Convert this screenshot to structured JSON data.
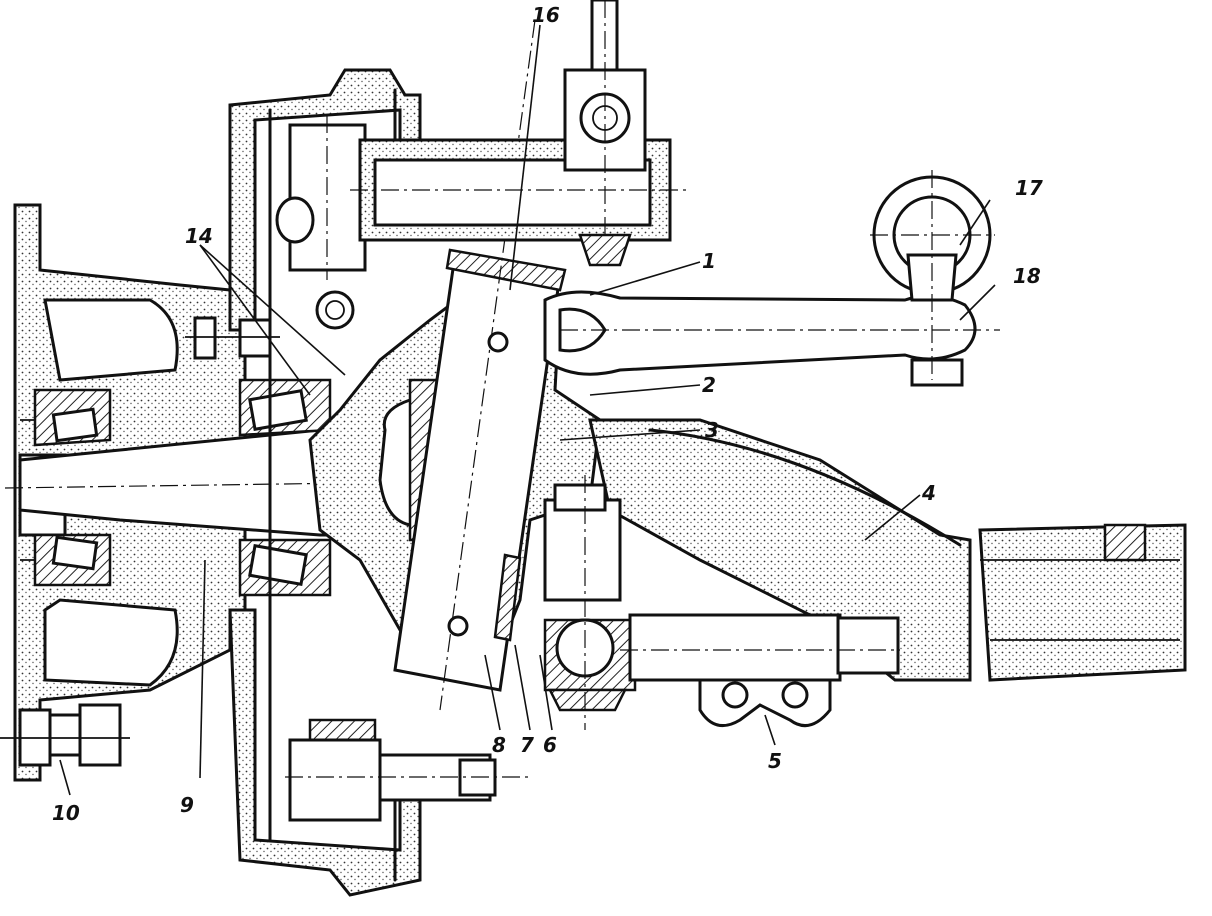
{
  "diagram": {
    "colors": {
      "ink": "#111111",
      "paper": "#ffffff"
    },
    "callouts": [
      {
        "id": "c1",
        "text": "1"
      },
      {
        "id": "c2",
        "text": "2"
      },
      {
        "id": "c3",
        "text": "3"
      },
      {
        "id": "c4",
        "text": "4"
      },
      {
        "id": "c5",
        "text": "5"
      },
      {
        "id": "c6",
        "text": "6"
      },
      {
        "id": "c7",
        "text": "7"
      },
      {
        "id": "c8",
        "text": "8"
      },
      {
        "id": "c9",
        "text": "9"
      },
      {
        "id": "c10",
        "text": "10"
      },
      {
        "id": "c14",
        "text": "14"
      },
      {
        "id": "c16",
        "text": "16"
      },
      {
        "id": "c17",
        "text": "17"
      },
      {
        "id": "c18",
        "text": "18"
      }
    ]
  }
}
